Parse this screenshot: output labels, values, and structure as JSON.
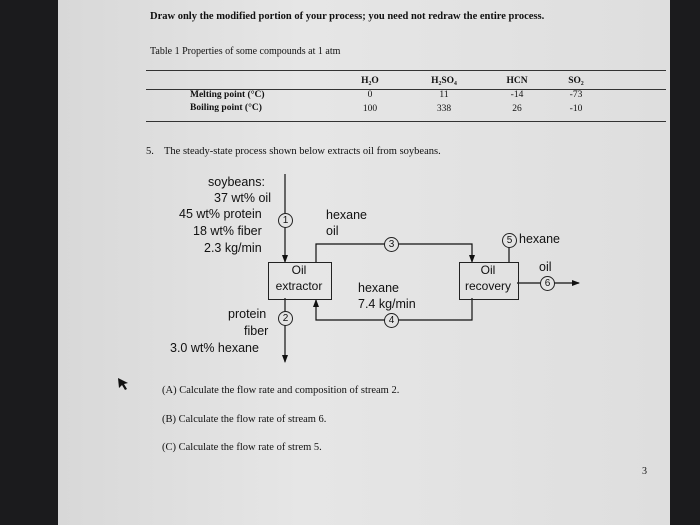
{
  "instruction": "Draw only the modified portion of your process; you need not redraw the entire process.",
  "table": {
    "caption": "Table 1 Properties of some compounds at 1 atm",
    "headers": [
      "H₂O",
      "H₂SO₄",
      "HCN",
      "SO₂"
    ],
    "rows": [
      {
        "label": "Melting point (°C)",
        "values": [
          "0",
          "11",
          "-14",
          "-73"
        ]
      },
      {
        "label": "Boiling point (°C)",
        "values": [
          "100",
          "338",
          "26",
          "-10"
        ]
      }
    ]
  },
  "problem": {
    "number": "5.",
    "statement": "The steady-state process shown below extracts oil from soybeans."
  },
  "diagram": {
    "feed_lines": [
      "soybeans:",
      "37 wt% oil",
      "45 wt% protein",
      "18 wt% fiber",
      "2.3 kg/min"
    ],
    "hexane_oil_lines": [
      "hexane",
      "oil"
    ],
    "extractor_label": [
      "Oil",
      "extractor"
    ],
    "recovery_label": [
      "Oil",
      "recovery"
    ],
    "recycle_lines": [
      "hexane",
      "7.4 kg/min"
    ],
    "stream5_label": "hexane",
    "oil_label": "oil",
    "bottom_lines": [
      "protein",
      "fiber",
      "3.0 wt% hexane"
    ],
    "stream_numbers": [
      "1",
      "2",
      "3",
      "4",
      "5",
      "6"
    ]
  },
  "questions": [
    "(A) Calculate the flow rate and composition of stream 2.",
    "(B) Calculate the flow rate of stream 6.",
    "(C) Calculate the flow rate of strem 5."
  ],
  "page_number": "3",
  "colors": {
    "paper": "#e2e2e2",
    "background": "#1b1b1d",
    "ink": "#111111"
  }
}
